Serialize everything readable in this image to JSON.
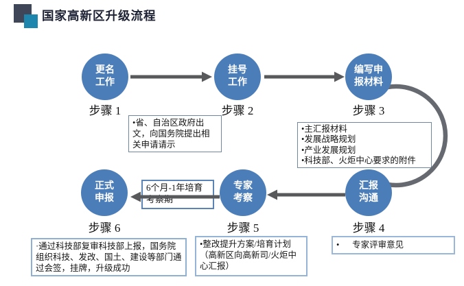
{
  "slide": {
    "title": "国家高新区升级流程"
  },
  "steps": [
    {
      "circle_label": "更名\n工作",
      "step_label": "步骤 1"
    },
    {
      "circle_label": "挂号\n工作",
      "step_label": "步骤 2"
    },
    {
      "circle_label": "编写申\n报材料",
      "step_label": "步骤 3"
    },
    {
      "circle_label": "汇报\n沟通",
      "step_label": "步骤 4"
    },
    {
      "circle_label": "专家\n考察",
      "step_label": "步骤 5"
    },
    {
      "circle_label": "正式\n申报",
      "step_label": "步骤 6"
    }
  ],
  "notes": {
    "provincial_request": "•省、自治区政府出文，向国务院提出相关申请请示",
    "application_materials": "•主汇报材料\n•发展战略规划\n•产业发展规划\n•科技部、火炬中心要求的附件",
    "cultivation_period": "6个月-1年培育\n考察期",
    "expert_review": "•      专家评审意见",
    "improvement_plan": "•整改提升方案/培育计划\n（高新区向高新司/火炬中心汇报）",
    "formal_application": "·通过科技部复审科技部上报，国务院组织科技、发改、国土、建设等部门通过会签，挂牌，升级成功"
  },
  "colors": {
    "circle_fill": "#4b7db8",
    "arrow_gray": "#58595b",
    "arc_gray": "#666a70",
    "logo_dark": "#3e4657",
    "logo_teal": "#1e86ad",
    "title_text": "#1c2133",
    "note_border_light": "#95b3d7",
    "note_border_strong": "#5b83b5"
  }
}
